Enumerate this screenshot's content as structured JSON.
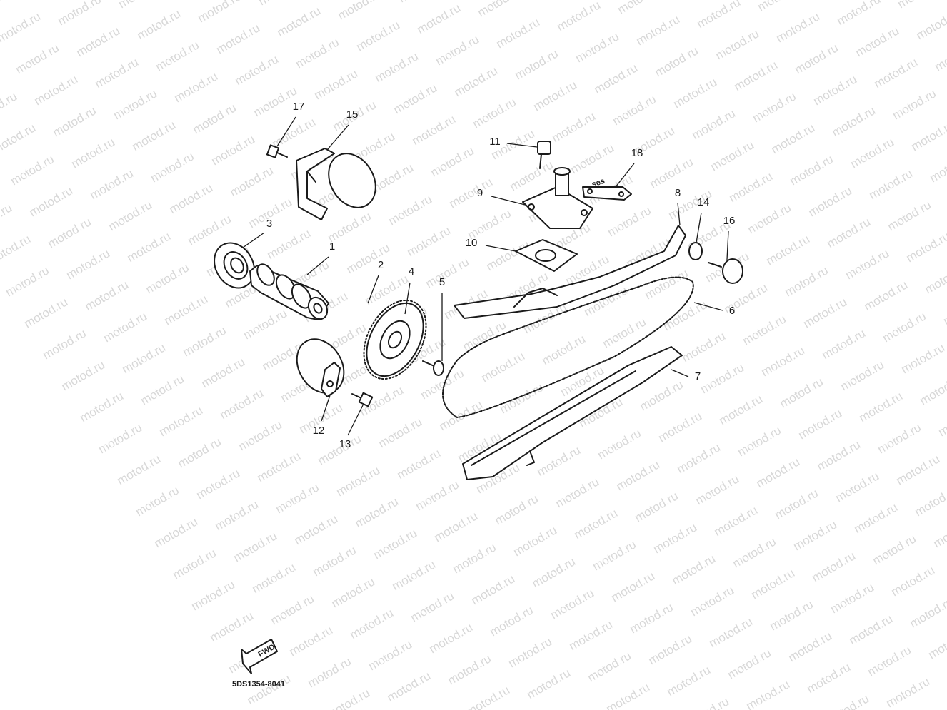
{
  "watermark": {
    "text": "motod.ru"
  },
  "callouts": [
    "1",
    "2",
    "3",
    "4",
    "5",
    "6",
    "7",
    "8",
    "9",
    "10",
    "11",
    "12",
    "13",
    "14",
    "15",
    "16",
    "17",
    "18"
  ],
  "fwd_label": "FWD",
  "diagram_code": "5DS1354-8041"
}
